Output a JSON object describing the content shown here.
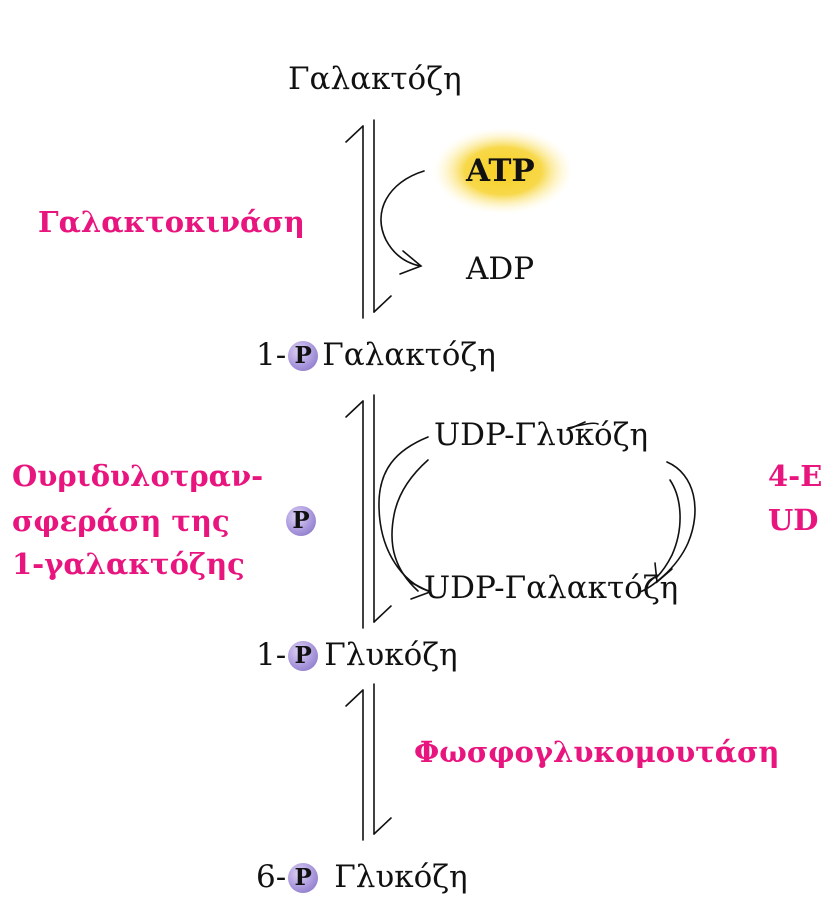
{
  "metabolites": {
    "galactose": "Γαλακτόζη",
    "gal1p_prefix": "1-",
    "gal1p_name": "Γαλακτόζη",
    "glc1p_prefix": "1-",
    "glc1p_name": "Γλυκόζη",
    "glc6p_prefix": "6-",
    "glc6p_name": "Γλυκόζη"
  },
  "phosphate_symbol": "P",
  "cofactors": {
    "atp": "ATP",
    "adp": "ADP",
    "udp_glucose": "UDP-Γλυκόζη",
    "udp_galactose": "UDP-Γαλακτόζη"
  },
  "enzymes": {
    "galactokinase": "Γαλακτοκινάση",
    "transferase_line1": "Ουριδυλοτραν-",
    "transferase_line2": "σφεράση της",
    "transferase_line3": "1-γαλακτόζης",
    "epimerase_line1": "4-Ε",
    "epimerase_line2": "UD",
    "phosphoglucomutase": "Φωσφογλυκομουτάση"
  },
  "colors": {
    "enzyme_text": "#e8157f",
    "atp_glow": "#f5c518",
    "phosphate_circle": "#a896dc"
  }
}
